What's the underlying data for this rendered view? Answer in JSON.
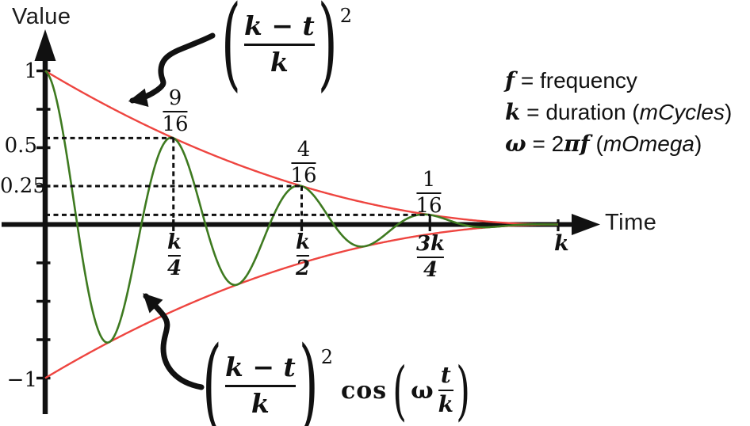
{
  "colors": {
    "envelope": "#ee4540",
    "cosine": "#3e7a20",
    "ink": "#111111"
  },
  "chart_data": {
    "type": "line",
    "title": "",
    "xlabel": "Time",
    "ylabel": "Value",
    "x_unit_label": "k",
    "x_domain_symbolic": [
      "0",
      "k"
    ],
    "ylim": [
      -1,
      1
    ],
    "grid": false,
    "y_ticks": [
      {
        "value": 1,
        "label": "1"
      },
      {
        "value": 0.5,
        "label": "0.5"
      },
      {
        "value": 0.25,
        "label": "0.25"
      },
      {
        "value": -1,
        "label": "−1"
      }
    ],
    "y_unlabeled_tick_values": [
      0.75,
      -0.25,
      -0.5,
      -0.75
    ],
    "x_tick_fracs": [
      0.25,
      0.5,
      0.75,
      1
    ],
    "series": [
      {
        "name": "upper envelope",
        "formula": "((k−t)/k)^2",
        "type": "envelope",
        "sign": 1,
        "color": "#ee4540",
        "width": 2.4
      },
      {
        "name": "lower envelope",
        "formula": "−((k−t)/k)^2",
        "type": "envelope",
        "sign": -1,
        "color": "#ee4540",
        "width": 2.4
      },
      {
        "name": "damped cosine",
        "formula": "((k−t)/k)^2 · cos(ω·t/k)",
        "type": "damped_cos",
        "cycles": 4,
        "color": "#3e7a20",
        "width": 2.6
      }
    ],
    "guide_points": [
      {
        "x_frac": 0.25,
        "y": 0.5625,
        "value_frac": {
          "num": "9",
          "den": "16"
        },
        "x_label_frac": {
          "num": "k",
          "den": "4"
        }
      },
      {
        "x_frac": 0.5,
        "y": 0.25,
        "value_frac": {
          "num": "4",
          "den": "16"
        },
        "x_label_frac": {
          "num": "k",
          "den": "2"
        }
      },
      {
        "x_frac": 0.75,
        "y": 0.0625,
        "value_frac": {
          "num": "1",
          "den": "16"
        },
        "x_label_frac": {
          "num": "3k",
          "den": "4"
        }
      }
    ]
  },
  "formulas": {
    "envelope": {
      "num": "k − t",
      "den": "k",
      "exponent": "2"
    },
    "signal": {
      "num": "k − t",
      "den": "k",
      "exponent": "2",
      "fn": "cos",
      "omega": "ω",
      "arg_num": "t",
      "arg_den": "k"
    }
  },
  "legend": {
    "lines": [
      {
        "segments": [
          {
            "t": "f",
            "s": "mi"
          },
          {
            "t": " = ",
            "s": "n"
          },
          {
            "t": "frequency",
            "s": "n"
          }
        ]
      },
      {
        "segments": [
          {
            "t": "k",
            "s": "mi"
          },
          {
            "t": " = ",
            "s": "n"
          },
          {
            "t": "duration ",
            "s": "n"
          },
          {
            "t": "(",
            "s": "n"
          },
          {
            "t": "mCycles",
            "s": "it"
          },
          {
            "t": ")",
            "s": "n"
          }
        ]
      },
      {
        "segments": [
          {
            "t": "ω",
            "s": "mi"
          },
          {
            "t": " = 2",
            "s": "n"
          },
          {
            "t": "πf",
            "s": "mi"
          },
          {
            "t": " (",
            "s": "n"
          },
          {
            "t": "mOmega",
            "s": "it"
          },
          {
            "t": ")",
            "s": "n"
          }
        ]
      }
    ]
  }
}
